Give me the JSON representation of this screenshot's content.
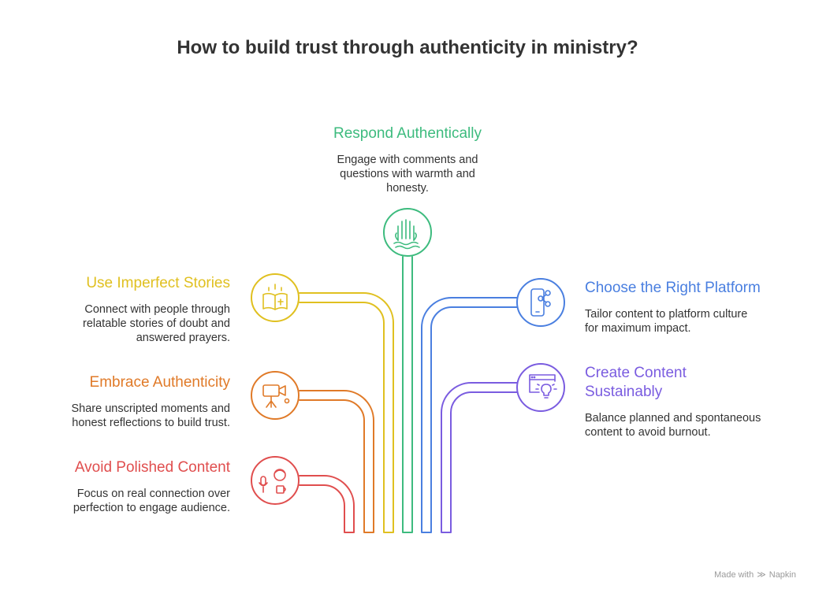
{
  "title": "How to build trust through authenticity in ministry?",
  "colors": {
    "respond": "#3dbb7e",
    "imperfect": "#e0c020",
    "embrace": "#e07a28",
    "polished": "#e04e4e",
    "platform": "#4a7fe0",
    "sustain": "#7a5ce0"
  },
  "items": {
    "respond": {
      "title": "Respond Authentically",
      "desc": [
        "Engage with comments and",
        "questions with warmth and",
        "honesty."
      ],
      "icon": "raised-hands-icon"
    },
    "imperfect": {
      "title": "Use Imperfect Stories",
      "desc": [
        "Connect with people through",
        "relatable stories of doubt and",
        "answered prayers."
      ],
      "icon": "open-book-icon"
    },
    "embrace": {
      "title": "Embrace Authenticity",
      "desc": [
        "Share unscripted moments and",
        "honest reflections to build trust."
      ],
      "icon": "video-camera-icon"
    },
    "polished": {
      "title": "Avoid Polished Content",
      "desc": [
        "Focus on real connection over",
        "perfection to engage audience."
      ],
      "icon": "podcaster-icon"
    },
    "platform": {
      "title": "Choose the Right Platform",
      "desc": [
        "Tailor content to platform culture",
        "for maximum impact."
      ],
      "icon": "phone-share-icon"
    },
    "sustain": {
      "title": [
        "Create Content",
        "Sustainably"
      ],
      "desc": [
        "Balance planned and spontaneous",
        "content to avoid burnout."
      ],
      "icon": "browser-lightbulb-icon"
    }
  },
  "watermark": {
    "prefix": "Made with",
    "brand": "Napkin"
  }
}
